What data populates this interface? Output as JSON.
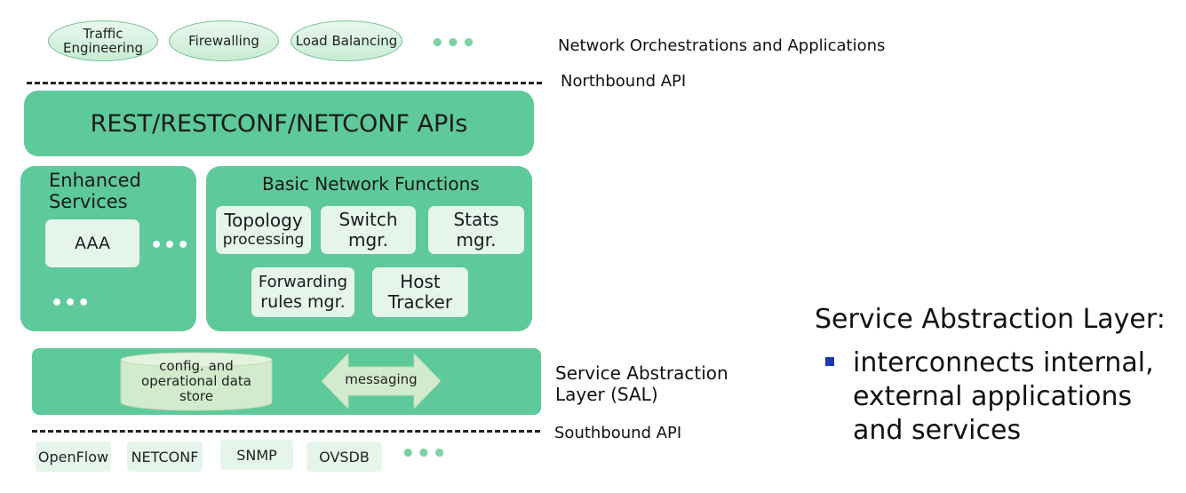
{
  "apps": {
    "items": [
      {
        "label": "Traffic Engineering"
      },
      {
        "label": "Firewalling"
      },
      {
        "label": "Load Balancing"
      }
    ],
    "more": "•••",
    "layer_label": "Network Orchestrations and Applications"
  },
  "northbound": {
    "label": "Northbound API"
  },
  "rest_box": {
    "label": "REST/RESTCONF/NETCONF APIs"
  },
  "enhanced": {
    "title_line1": "Enhanced",
    "title_line2": "Services",
    "aaa": "AAA",
    "more_right": "•••",
    "more_bottom": "•••"
  },
  "basic": {
    "title": "Basic Network Functions",
    "topology_line1": "Topology",
    "topology_line2": "processing",
    "switch_line1": "Switch",
    "switch_line2": "mgr.",
    "stats_line1": "Stats",
    "stats_line2": "mgr.",
    "forwarding_line1": "Forwarding",
    "forwarding_line2": "rules mgr.",
    "host_line1": "Host",
    "host_line2": "Tracker"
  },
  "sal_box": {
    "datastore_line1": "config. and",
    "datastore_line2": "operational data",
    "datastore_line3": "store",
    "messaging": "messaging"
  },
  "sal": {
    "label_line1": "Service Abstraction",
    "label_line2": "Layer (SAL)"
  },
  "southbound": {
    "label": "Southbound API"
  },
  "protocols": {
    "items": [
      {
        "label": "OpenFlow"
      },
      {
        "label": "NETCONF"
      },
      {
        "label": "SNMP"
      },
      {
        "label": "OVSDB"
      }
    ],
    "more": "•••"
  },
  "sidebar": {
    "heading": "Service Abstraction Layer:",
    "bullet_line1": "interconnects internal,",
    "bullet_line2": "external applications",
    "bullet_line3": "and services"
  },
  "colors": {
    "green": "#5ec99a",
    "light": "#e6f5ec",
    "bullet": "#1a3bb0"
  }
}
